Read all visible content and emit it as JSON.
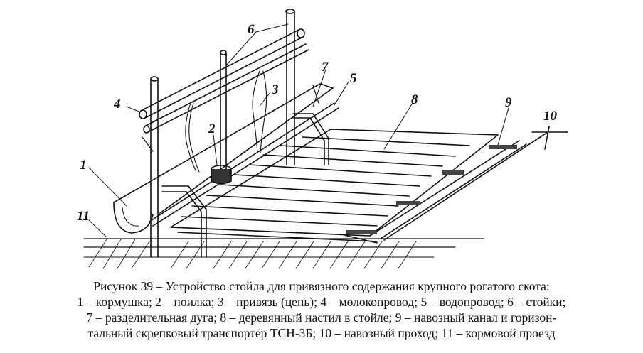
{
  "figure": {
    "labels": {
      "n1": "1",
      "n2": "2",
      "n3": "3",
      "n4": "4",
      "n5": "5",
      "n6": "6",
      "n7": "7",
      "n8": "8",
      "n9": "9",
      "n10": "10",
      "n11": "11"
    }
  },
  "caption": {
    "line1": "Рисунок 39 – Устройство стойла для привязного содержания крупного рогатого скота:",
    "line2": "1 – кормушка; 2 – поилка; 3 – привязь (цепь); 4 – молокопровод; 5 – водопровод; 6 – стойки;",
    "line3": "7 – разделительная дуга; 8 – деревянный настил в стойле; 9 – навозный канал и горизон-",
    "line4": "тальный скрепковый транспортёр ТСН-3Б; 10 – навозный проход; 11 – кормовой проезд"
  }
}
